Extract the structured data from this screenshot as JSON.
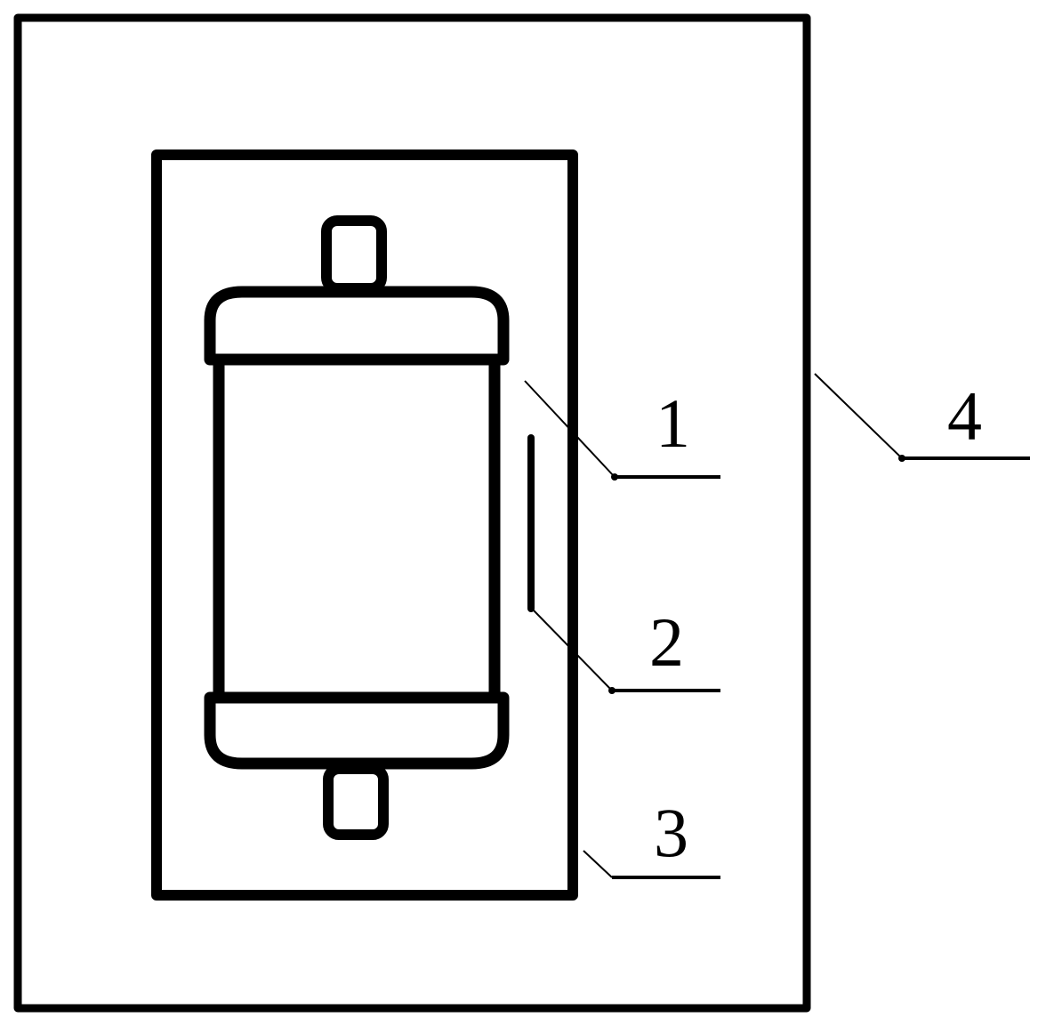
{
  "diagram": {
    "type": "schematic",
    "callouts": [
      {
        "id": "1",
        "label": "1"
      },
      {
        "id": "2",
        "label": "2"
      },
      {
        "id": "3",
        "label": "3"
      },
      {
        "id": "4",
        "label": "4"
      }
    ],
    "colors": {
      "line": "#000000",
      "background": "#ffffff"
    }
  }
}
